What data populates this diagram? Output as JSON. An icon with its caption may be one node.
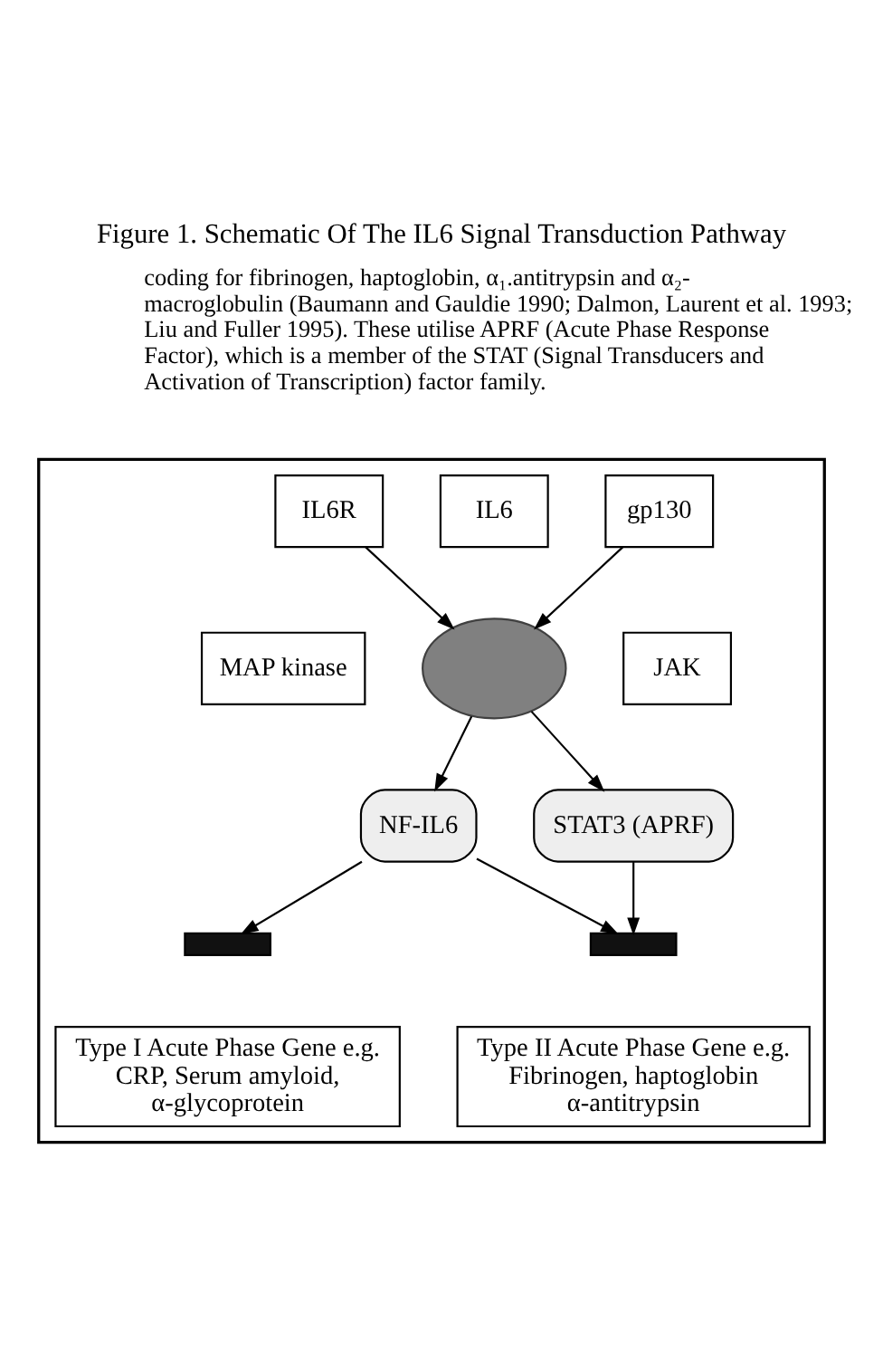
{
  "diagram": {
    "caption": "Figure 1. Schematic Of The IL6 Signal Transduction Pathway",
    "nodes": [
      {
        "text": [],
        "shape": "box"
      },
      {
        "text": [
          "IL6"
        ],
        "in": 0
      },
      {
        "text": [
          "IL6R"
        ],
        "in": 0
      },
      {
        "text": [
          "gp130"
        ],
        "in": 0
      },
      {
        "text": [],
        "shape": "ellipse",
        "in": 0
      },
      {
        "text": [
          "MAP kinase"
        ],
        "in": 0
      },
      {
        "text": [
          "JAK"
        ],
        "in": 0
      },
      {
        "text": [
          "NF-IL6"
        ],
        "in": 0
      },
      {
        "text": [
          "STAT3 (APRF)"
        ],
        "in": 0
      },
      {
        "text": [],
        "shape": "bar",
        "in": 0
      },
      {
        "text": [],
        "shape": "bar",
        "in": 0
      },
      {
        "text": [
          "Type I Acute Phase Gene e.g.",
          "CRP, Serum amyloid, α-glycoprotein"
        ],
        "in": 0
      },
      {
        "text": [
          "Type II Acute Phase Gene e.g.",
          "Fibrinogen, haptoglobin α-antitrypsin"
        ],
        "in": 0
      }
    ],
    "edges": [
      {
        "from": 2,
        "to": 4,
        "arrow": "to"
      },
      {
        "from": 3,
        "to": 4,
        "arrow": "to"
      },
      {
        "from": 4,
        "to": 7,
        "arrow": "to"
      },
      {
        "from": 4,
        "to": 8,
        "arrow": "to"
      },
      {
        "from": 7,
        "to": 9,
        "arrow": "to"
      },
      {
        "from": 7,
        "to": 10,
        "arrow": "to"
      },
      {
        "from": 8,
        "to": 10,
        "arrow": "to"
      }
    ],
    "labels": [
      "coding for fibrinogen, haptoglobin, α₁.antitrypsin and α₂-macroglobulin (Baumann and Gauldie 1990; Dalmon, Laurent et al. 1993; Liu and Fuller 1995). These utilise APRF (Acute Phase Response Factor), which is a member of the STAT (Signal Transducers and Activation of Transcription) factor family."
    ]
  }
}
